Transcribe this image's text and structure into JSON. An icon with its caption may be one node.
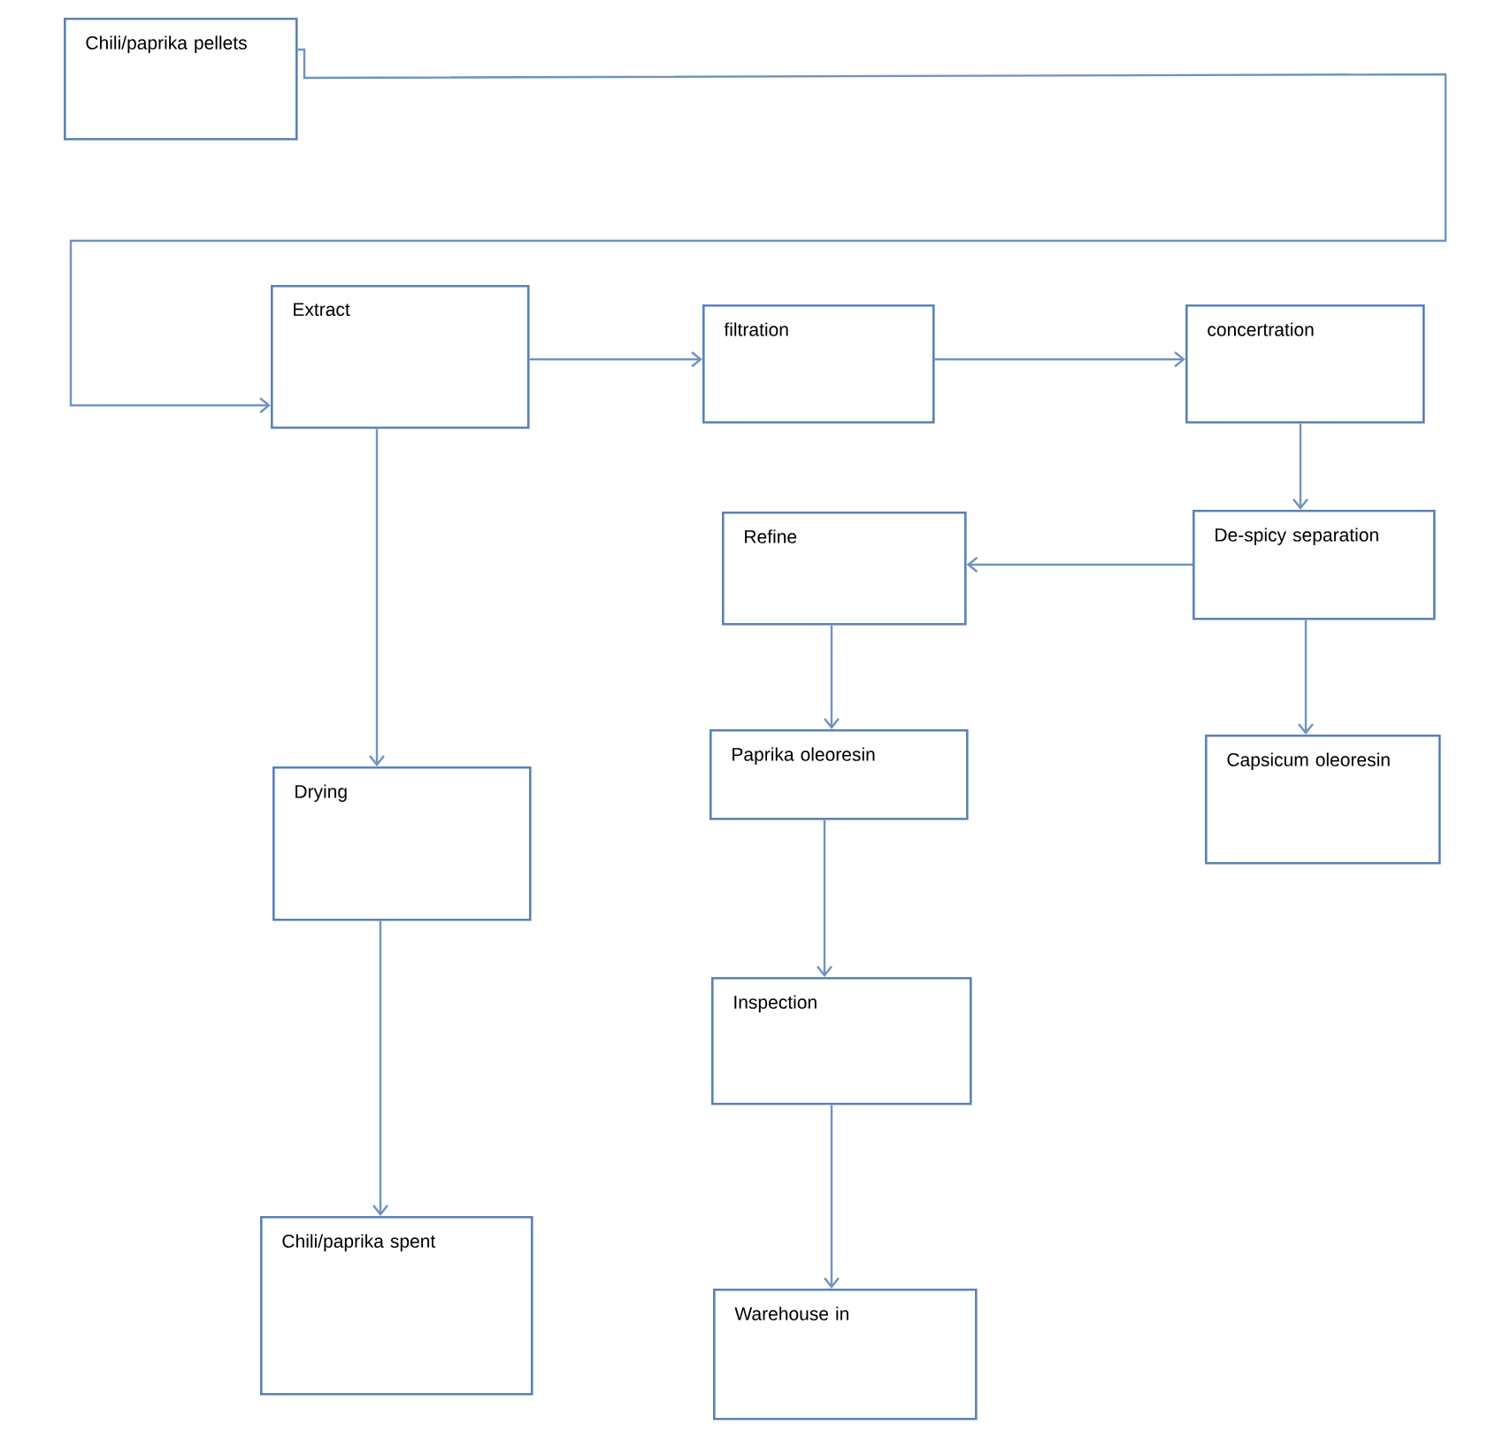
{
  "diagram": {
    "nodes": [
      {
        "text": [
          "Chili/paprika pellets"
        ]
      },
      {
        "text": [
          "Extract"
        ]
      },
      {
        "text": [
          "filtration"
        ]
      },
      {
        "text": [
          "concertration"
        ]
      },
      {
        "text": [
          "De-spicy separation"
        ]
      },
      {
        "text": [
          "Refine"
        ]
      },
      {
        "text": [
          "Capsicum oleoresin"
        ]
      },
      {
        "text": [
          "Paprika oleoresin"
        ]
      },
      {
        "text": [
          "Drying"
        ]
      },
      {
        "text": [
          "Inspection"
        ]
      },
      {
        "text": [
          "Chili/paprika spent"
        ]
      },
      {
        "text": [
          "Warehouse in"
        ]
      }
    ],
    "edges": [
      {
        "from": 0,
        "to": 1,
        "arrow": "to"
      },
      {
        "from": 1,
        "to": 2,
        "arrow": "to"
      },
      {
        "from": 2,
        "to": 3,
        "arrow": "to"
      },
      {
        "from": 3,
        "to": 4,
        "arrow": "to"
      },
      {
        "from": 4,
        "to": 5,
        "arrow": "to"
      },
      {
        "from": 4,
        "to": 6,
        "arrow": "to"
      },
      {
        "from": 5,
        "to": 7,
        "arrow": "to"
      },
      {
        "from": 1,
        "to": 8,
        "arrow": "to"
      },
      {
        "from": 8,
        "to": 10,
        "arrow": "to"
      },
      {
        "from": 7,
        "to": 9,
        "arrow": "to"
      },
      {
        "from": 9,
        "to": 11,
        "arrow": "to"
      }
    ]
  }
}
